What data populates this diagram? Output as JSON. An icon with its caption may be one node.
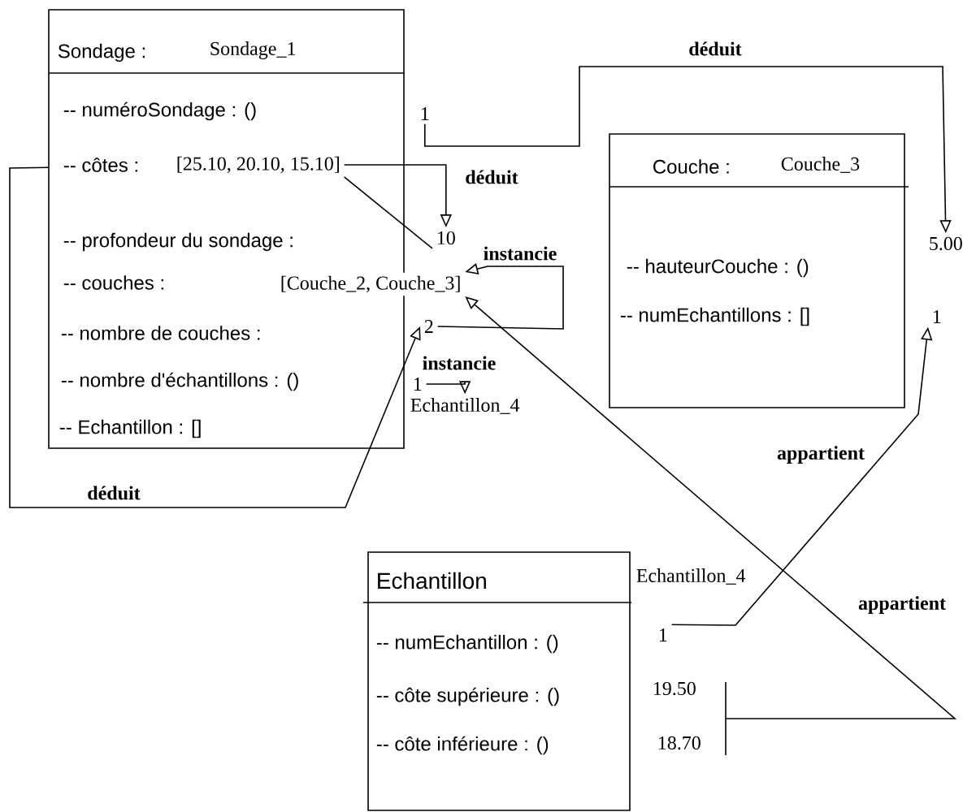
{
  "diagram": {
    "nodes": [
      {
        "text": [
          "Sondage :",
          "Sondage_1",
          "-- numéroSondage  : ()",
          "-- côtes :",
          "-- profondeur du sondage :",
          "-- couches :",
          "-- nombre de couches :",
          "-- nombre d'échantillons : ()",
          "-- Echantillon : []"
        ]
      },
      {
        "text": [
          "[25.10, 20.10, 15.10]"
        ],
        "in": 0
      },
      {
        "text": [
          "1"
        ]
      },
      {
        "text": [
          "10"
        ]
      },
      {
        "text": [
          "[Couche_2, Couche_3]"
        ]
      },
      {
        "text": [
          "2"
        ]
      },
      {
        "text": [
          "1"
        ]
      },
      {
        "text": [
          "Echantillon_4"
        ]
      },
      {
        "text": [
          "Couche :",
          "Couche_3",
          "-- hauteurCouche : ()",
          "-- numEchantillons : []"
        ]
      },
      {
        "text": [
          "5.00"
        ]
      },
      {
        "text": [
          "1"
        ]
      },
      {
        "text": [
          "Echantillon",
          "-- numEchantillon : ()",
          "-- côte supérieure : ()",
          "-- côte inférieure : ()"
        ],
        "beside": [
          "Echantillon_4",
          "19.50",
          "18.70"
        ]
      },
      {
        "text": [
          "1"
        ]
      },
      {
        "text": [],
        "shape": "bar"
      }
    ],
    "edges": [
      {
        "from": 2,
        "to": 9,
        "arrow": "to",
        "label": "déduit"
      },
      {
        "from": 1,
        "to": 3,
        "arrow": "to",
        "label": "déduit"
      },
      {
        "from": 1,
        "to": 3,
        "arrow": "none"
      },
      {
        "from": 5,
        "to": 4,
        "arrow": "to",
        "label": "instancie"
      },
      {
        "from": 6,
        "to": 7,
        "arrow": "to",
        "label": "instancie"
      },
      {
        "from": 0,
        "to": 5,
        "arrow": "to",
        "label": "déduit"
      },
      {
        "from": 13,
        "to": 4,
        "arrow": "to",
        "label": "appartient"
      },
      {
        "from": 12,
        "to": 10,
        "arrow": "to",
        "label": "appartient"
      }
    ]
  }
}
